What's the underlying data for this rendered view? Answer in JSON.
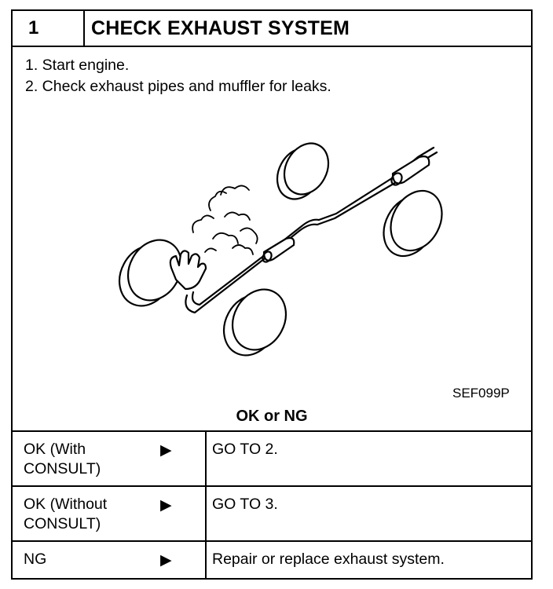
{
  "step": {
    "number": "1",
    "title": "CHECK EXHAUST SYSTEM"
  },
  "instructions": [
    "1.  Start engine.",
    "2.  Check exhaust pipes and muffler for leaks."
  ],
  "figure": {
    "code": "SEF099P"
  },
  "result_question": "OK or NG",
  "results": [
    {
      "condition_line1": "OK (With",
      "condition_line2": "CONSULT)",
      "arrow": "▶",
      "action": "GO TO 2."
    },
    {
      "condition_line1": "OK (Without",
      "condition_line2": "CONSULT)",
      "arrow": "▶",
      "action": "GO TO 3."
    },
    {
      "condition_line1": "NG",
      "condition_line2": "",
      "arrow": "▶",
      "action": "Repair or replace exhaust system."
    }
  ]
}
